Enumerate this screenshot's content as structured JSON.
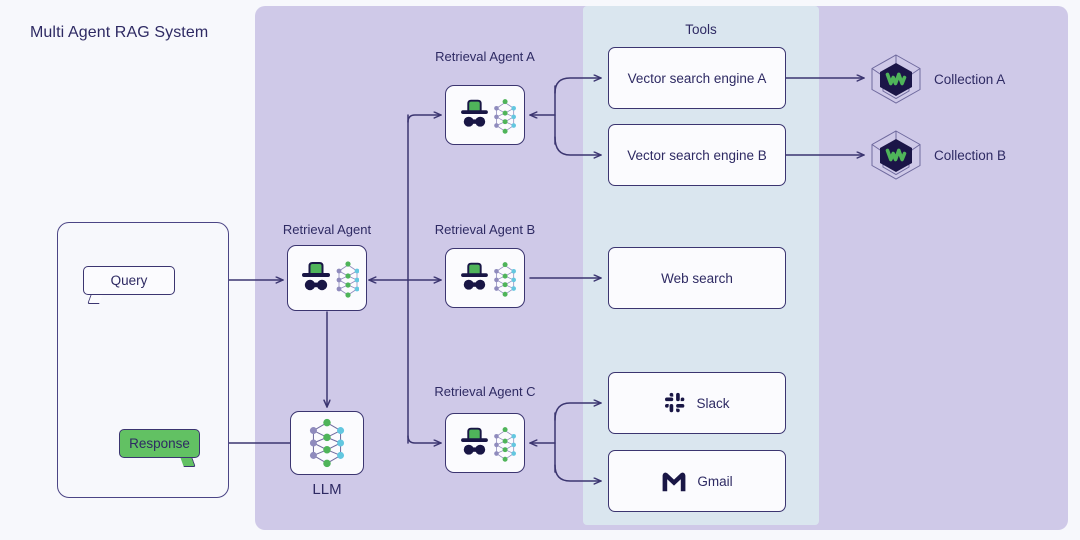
{
  "title": "Multi Agent RAG System",
  "colors": {
    "page_bg": "#f7f8fc",
    "purple_panel": "#cfc9e8",
    "tools_panel": "#dae6ef",
    "stroke_navy": "#3b3570",
    "text_navy": "#2e2a63",
    "accent_green": "#62c163",
    "node_fill": "#fbfbfe",
    "nn_node_green": "#4fb45a",
    "nn_node_cyan": "#63c7e0",
    "nn_node_purple": "#8f8bbd"
  },
  "tools_panel": {
    "title": "Tools"
  },
  "user_flow": {
    "query_label": "Query",
    "response_label": "Response"
  },
  "agents": [
    {
      "id": "retrieval-agent",
      "label": "Retrieval Agent",
      "icon": "incognito-agent-icon"
    },
    {
      "id": "retrieval-agent-a",
      "label": "Retrieval Agent A",
      "icon": "incognito-agent-icon"
    },
    {
      "id": "retrieval-agent-b",
      "label": "Retrieval Agent B",
      "icon": "incognito-agent-icon"
    },
    {
      "id": "retrieval-agent-c",
      "label": "Retrieval Agent C",
      "icon": "incognito-agent-icon"
    }
  ],
  "llm": {
    "label": "LLM",
    "icon": "neural-network-icon"
  },
  "tools": [
    {
      "id": "vector-search-engine-a",
      "label": "Vector search engine A",
      "icon": null
    },
    {
      "id": "vector-search-engine-b",
      "label": "Vector search engine B",
      "icon": null
    },
    {
      "id": "web-search",
      "label": "Web search",
      "icon": null
    },
    {
      "id": "slack",
      "label": "Slack",
      "icon": "slack-icon"
    },
    {
      "id": "gmail",
      "label": "Gmail",
      "icon": "gmail-icon"
    }
  ],
  "collections": [
    {
      "id": "collection-a",
      "label": "Collection A",
      "icon": "weaviate-collection-icon"
    },
    {
      "id": "collection-b",
      "label": "Collection B",
      "icon": "weaviate-collection-icon"
    }
  ]
}
